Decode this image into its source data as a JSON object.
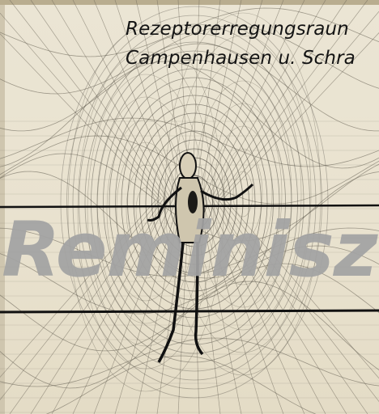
{
  "caption": {
    "line1": "Rezeptorerregungsraun",
    "line2": "Campenhausen u. Schra"
  },
  "watermark": {
    "text": "Reminiszer"
  },
  "colors": {
    "paper": "#e9e2cf",
    "ink": "#141414",
    "field_lines": "#6b6558",
    "watermark": "#a3a3a3"
  },
  "figure": {
    "icon": "human-figure-icon"
  }
}
